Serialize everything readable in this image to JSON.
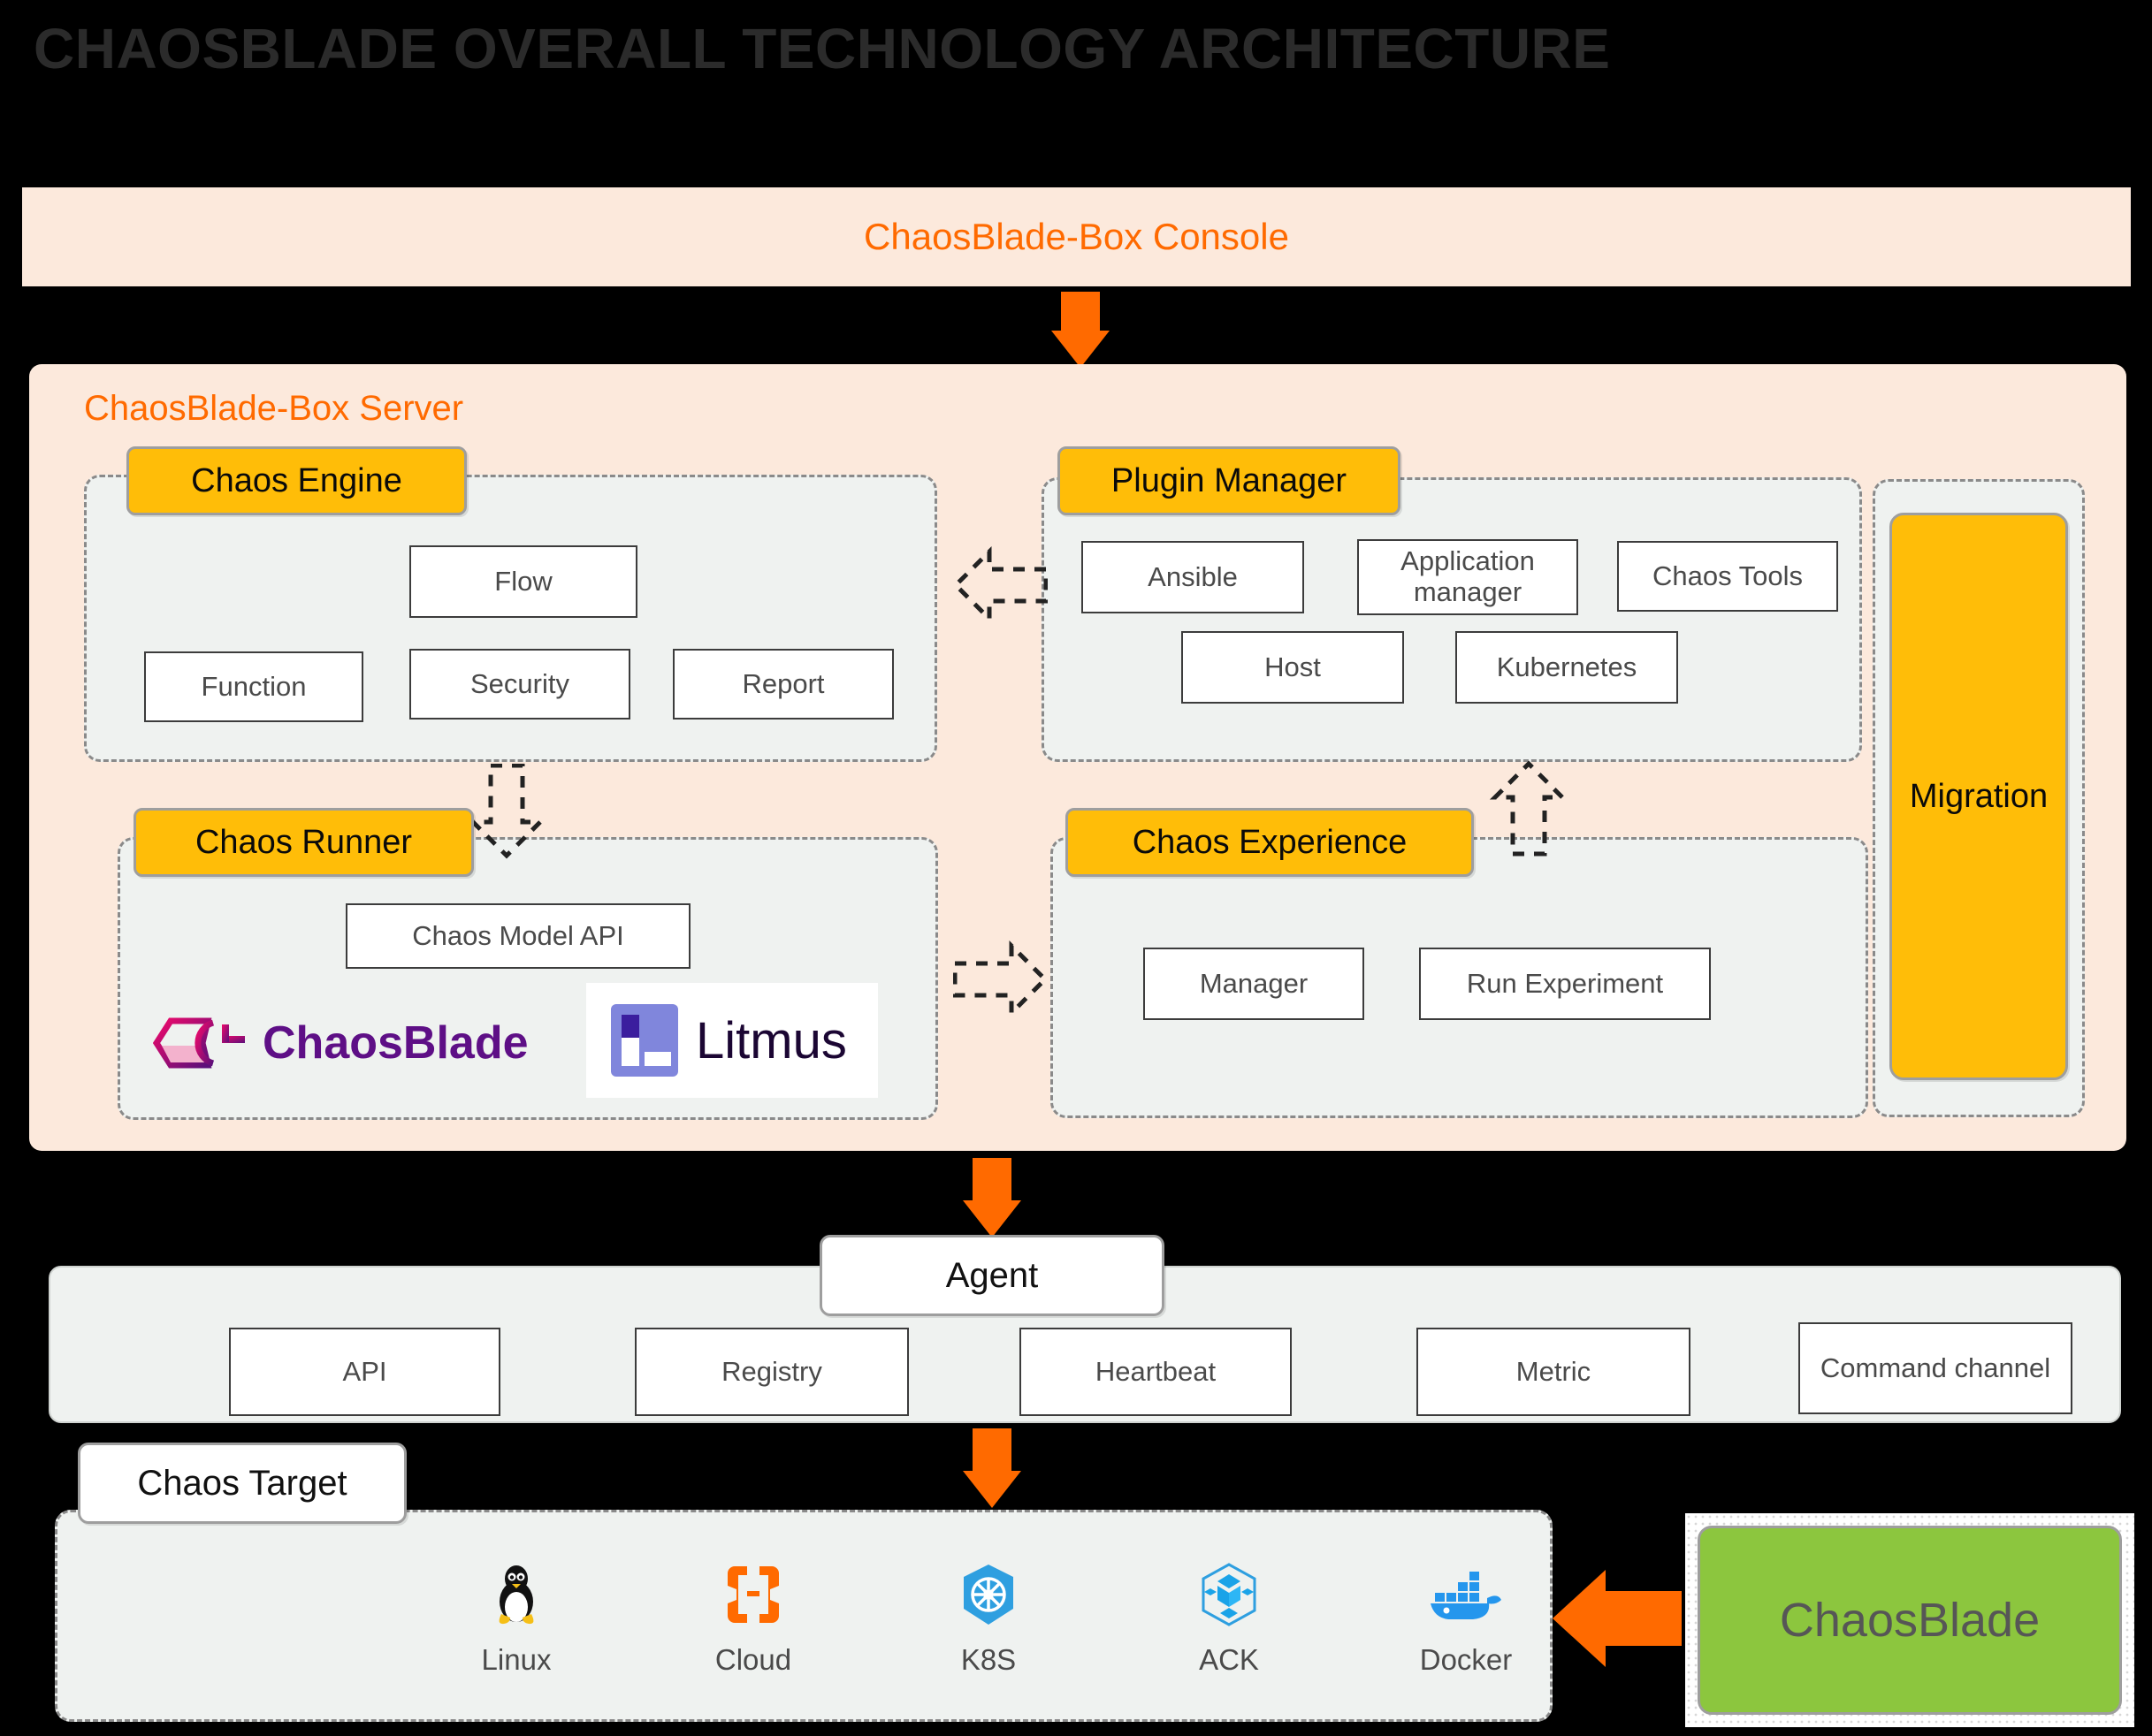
{
  "title": "CHAOSBLADE OVERALL TECHNOLOGY ARCHITECTURE",
  "colors": {
    "background": "#000000",
    "panel_peach": "#FCE9DC",
    "panel_gray": "#EFF2F0",
    "accent_orange": "#FF6A00",
    "chip_gold": "#FFBD08",
    "green": "#8CC63E",
    "dash_gray": "#8A8A8A"
  },
  "console": {
    "label": "ChaosBlade-Box Console"
  },
  "server": {
    "title": "ChaosBlade-Box Server",
    "modules": [
      {
        "id": "chaos-engine",
        "chip": "Chaos Engine",
        "items": [
          "Flow",
          "Function",
          "Security",
          "Report"
        ]
      },
      {
        "id": "plugin-manager",
        "chip": "Plugin Manager",
        "items": [
          "Ansible",
          "Application manager",
          "Chaos Tools",
          "Host",
          "Kubernetes"
        ]
      },
      {
        "id": "chaos-runner",
        "chip": "Chaos Runner",
        "items": [
          "Chaos Model API"
        ],
        "logos": [
          "ChaosBlade",
          "Litmus"
        ]
      },
      {
        "id": "chaos-experience",
        "chip": "Chaos Experience",
        "items": [
          "Manager",
          "Run Experiment"
        ]
      },
      {
        "id": "migration",
        "chip": "Migration",
        "items": []
      }
    ]
  },
  "agent": {
    "chip": "Agent",
    "items": [
      "API",
      "Registry",
      "Heartbeat",
      "Metric",
      "Command channel"
    ]
  },
  "target": {
    "chip": "Chaos Target",
    "items": [
      {
        "label": "Linux",
        "icon": "linux-penguin-icon"
      },
      {
        "label": "Cloud",
        "icon": "cloud-bracket-icon"
      },
      {
        "label": "K8S",
        "icon": "kubernetes-helm-icon"
      },
      {
        "label": "ACK",
        "icon": "ack-hexagon-cube-icon"
      },
      {
        "label": "Docker",
        "icon": "docker-whale-icon"
      }
    ]
  },
  "chaosblade_box": {
    "label": "ChaosBlade"
  },
  "arrows": [
    {
      "name": "console-to-server",
      "direction": "down",
      "style": "solid-orange"
    },
    {
      "name": "plugin-to-engine",
      "direction": "left",
      "style": "dashed-outline"
    },
    {
      "name": "engine-to-runner",
      "direction": "down",
      "style": "dashed-outline"
    },
    {
      "name": "runner-to-experience",
      "direction": "right",
      "style": "dashed-outline"
    },
    {
      "name": "experience-to-plugin",
      "direction": "up",
      "style": "dashed-outline"
    },
    {
      "name": "server-to-agent",
      "direction": "down",
      "style": "solid-orange"
    },
    {
      "name": "agent-to-target",
      "direction": "down",
      "style": "solid-orange"
    },
    {
      "name": "chaosblade-to-target",
      "direction": "left",
      "style": "solid-orange"
    }
  ]
}
